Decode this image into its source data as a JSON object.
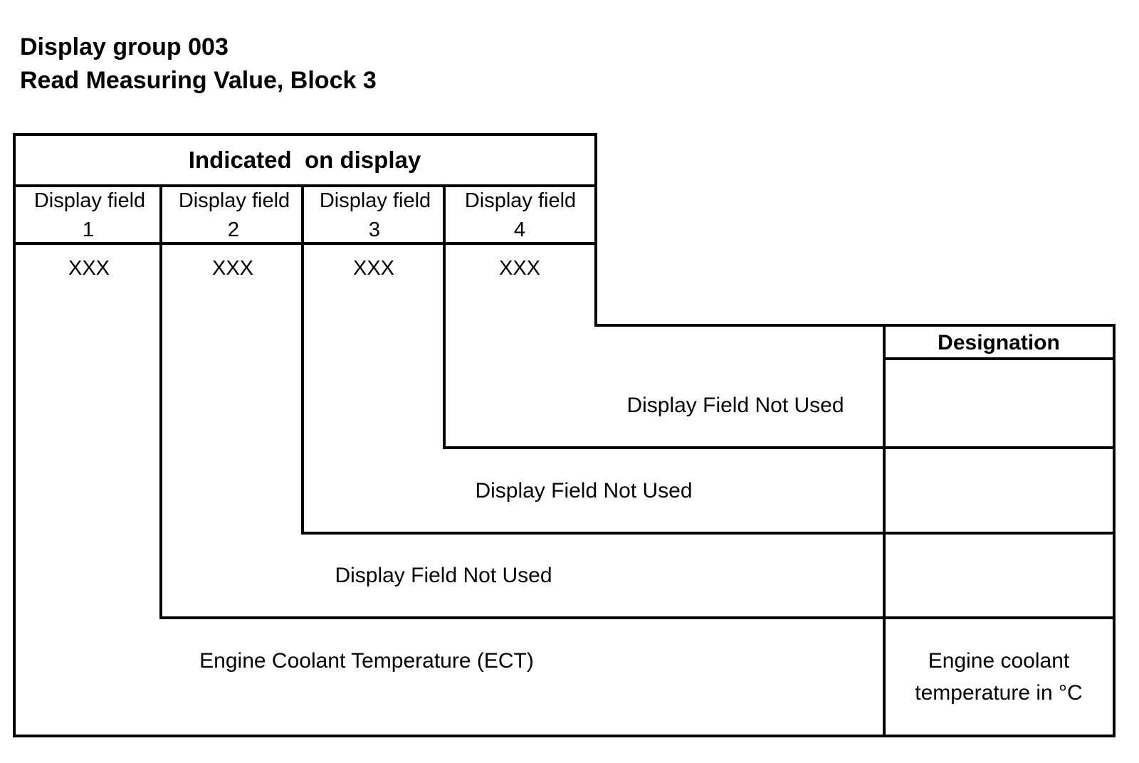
{
  "title": {
    "line1": "Display group 003",
    "line2": "Read Measuring Value, Block 3"
  },
  "header": {
    "indicated": "Indicated  on display",
    "designation": "Designation"
  },
  "fields": [
    {
      "label": "Display field",
      "number": "1",
      "value": "XXX"
    },
    {
      "label": "Display field",
      "number": "2",
      "value": "XXX"
    },
    {
      "label": "Display field",
      "number": "3",
      "value": "XXX"
    },
    {
      "label": "Display field",
      "number": "4",
      "value": "XXX"
    }
  ],
  "rows": [
    {
      "description": "Display Field Not Used",
      "designation_line1": "",
      "designation_line2": ""
    },
    {
      "description": "Display Field Not Used",
      "designation_line1": "",
      "designation_line2": ""
    },
    {
      "description": "Display Field Not Used",
      "designation_line1": "",
      "designation_line2": ""
    },
    {
      "description": "Engine Coolant Temperature (ECT)",
      "designation_line1": "Engine coolant",
      "designation_line2": "temperature in °C"
    }
  ]
}
